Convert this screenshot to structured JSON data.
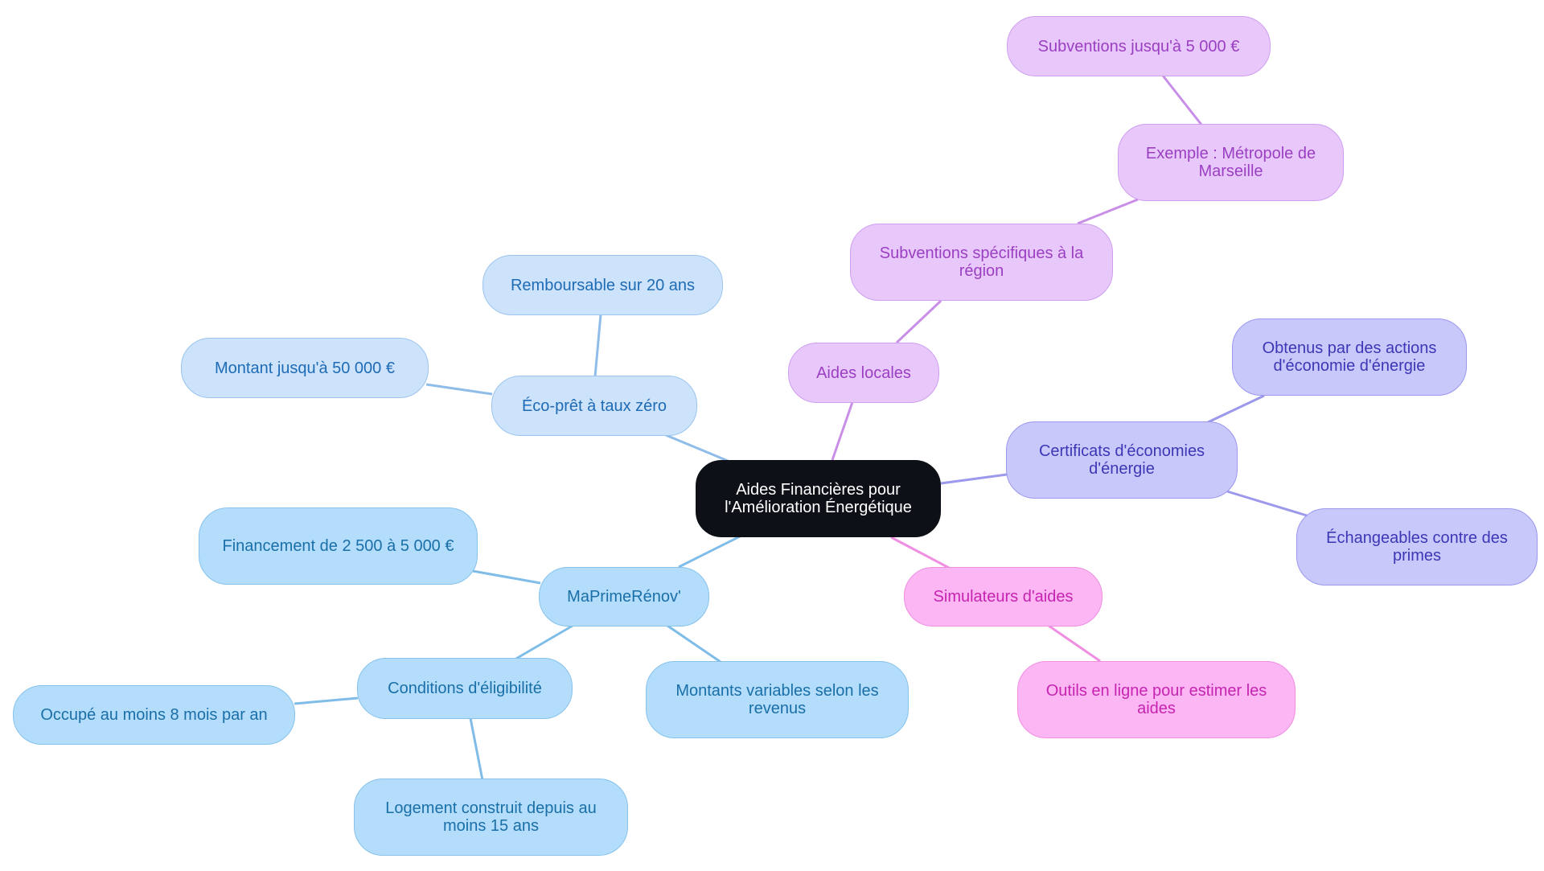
{
  "root": {
    "label": "Aides Financières pour l'Amélioration Énergétique"
  },
  "colors": {
    "root_bg": "#0d1117",
    "maprimerenov_edge": "#7fbde8",
    "ecopret_edge": "#8fbde9",
    "locales_edge": "#c88ee8",
    "cee_edge": "#9c98ec",
    "simulateurs_edge": "#f08fe2"
  },
  "branches": {
    "maprimerenov": {
      "label": "MaPrimeRénov'",
      "financement": "Financement de 2 500 à 5 000 €",
      "montants": "Montants variables selon les revenus",
      "conditions": {
        "label": "Conditions d'éligibilité",
        "occupe": "Occupé au moins 8 mois par an",
        "logement": "Logement construit depuis au moins 15 ans"
      }
    },
    "ecopret": {
      "label": "Éco-prêt à taux zéro",
      "rembourse": "Remboursable sur 20 ans",
      "montant": "Montant jusqu'à 50 000 €"
    },
    "locales": {
      "label": "Aides locales",
      "subv_region": "Subventions spécifiques à la région",
      "exemple": "Exemple : Métropole de Marseille",
      "subv_5000": "Subventions jusqu'à 5 000 €"
    },
    "cee": {
      "label": "Certificats d'économies d'énergie",
      "obtenus": "Obtenus par des actions d'économie d'énergie",
      "echangeables": "Échangeables contre des primes"
    },
    "simulateurs": {
      "label": "Simulateurs d'aides",
      "outils": "Outils en ligne pour estimer les aides"
    }
  }
}
